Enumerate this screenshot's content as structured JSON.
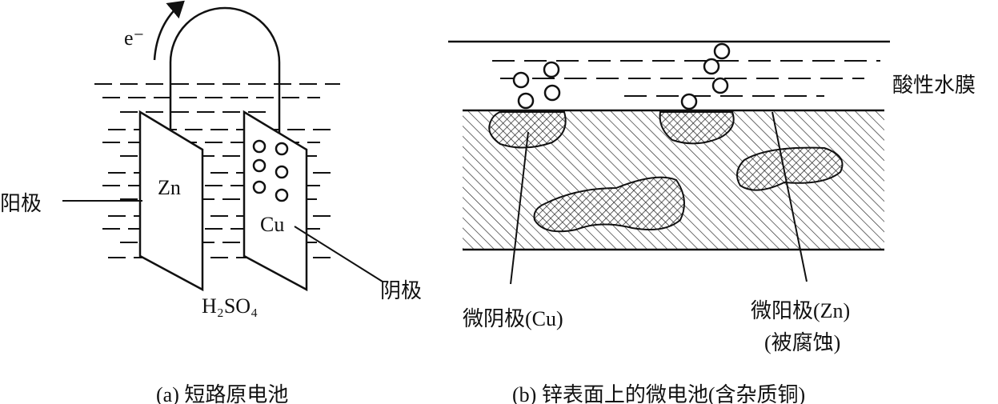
{
  "panel_a": {
    "electron": "e⁻",
    "anode_label": "阳极",
    "cathode_label": "阴极",
    "zn": "Zn",
    "cu": "Cu",
    "electrolyte": "H₂SO₄",
    "caption": "(a) 短路原电池"
  },
  "panel_b": {
    "film_label": "酸性水膜",
    "micro_cathode": "微阴极(Cu)",
    "micro_anode": "微阳极(Zn)",
    "corroded": "(被腐蚀)",
    "caption": "(b) 锌表面上的微电池(含杂质铜)"
  }
}
